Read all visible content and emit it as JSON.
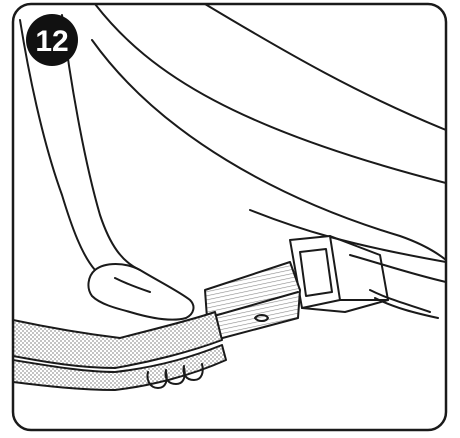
{
  "step": {
    "number": "12"
  },
  "colors": {
    "line": "#1a1a1a",
    "background": "#ffffff",
    "badge": "#111111",
    "badge_text": "#ffffff",
    "hatch": "#8a8a8a",
    "dot": "#9a9a9a"
  },
  "icons": {
    "badge": "step-number-badge",
    "illustration": "hitch-ball-mount-insert-illustration"
  }
}
